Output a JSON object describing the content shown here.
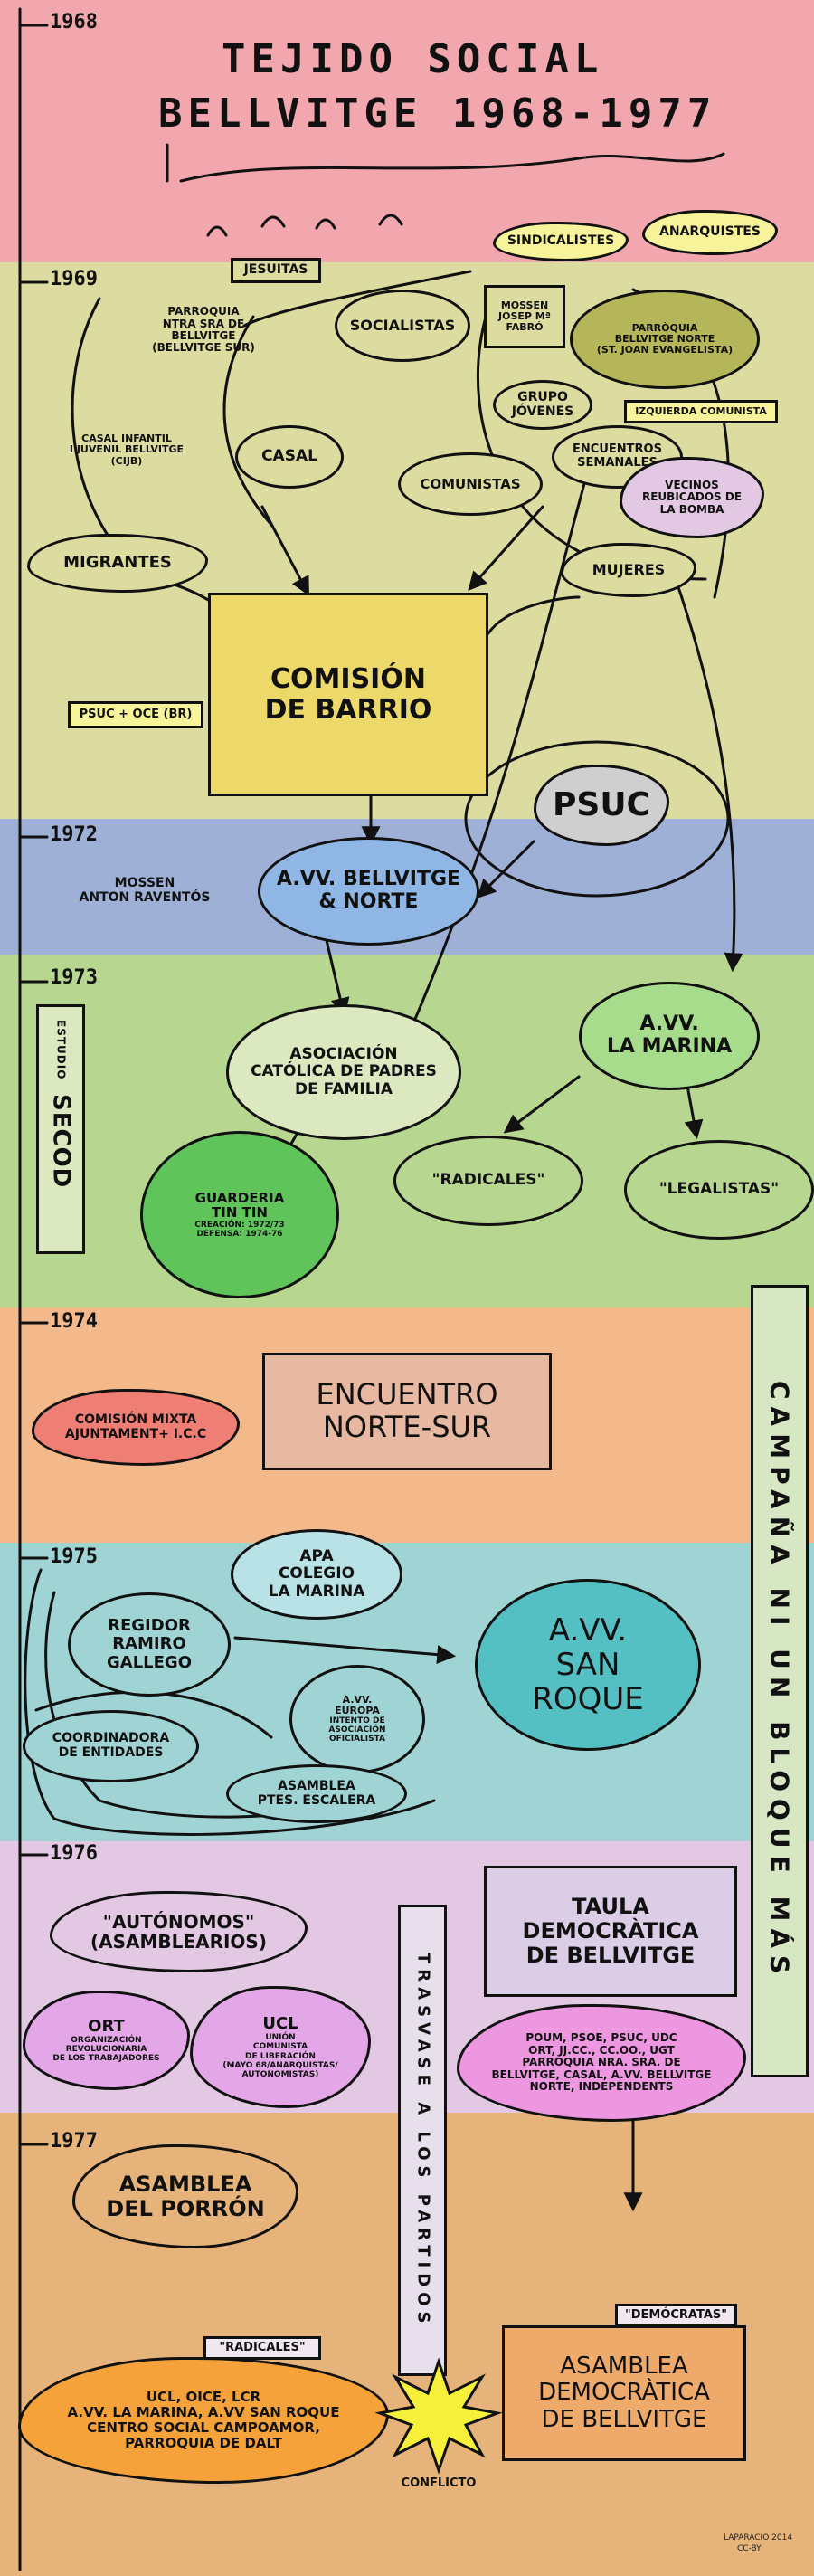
{
  "title": {
    "line1": "TEJIDO SOCIAL",
    "line2": "BELLVITGE 1968-1977"
  },
  "bands": [
    {
      "year": "1968",
      "color": "#f2a7ae"
    },
    {
      "year": "1969",
      "color": "#dcdca0"
    },
    {
      "year": "1972",
      "color": "#9fb0d6"
    },
    {
      "year": "1973",
      "color": "#b7d68f"
    },
    {
      "year": "1974",
      "color": "#f4b98a"
    },
    {
      "year": "1975",
      "color": "#9fd3d4"
    },
    {
      "year": "1976",
      "color": "#e3c8e4"
    },
    {
      "year": "1977",
      "color": "#e6b37a"
    }
  ],
  "nodes": {
    "jesuitas": {
      "label": "JESUITAS",
      "fill": "#dcdca0"
    },
    "parroquia_sur": {
      "lines": [
        "PARROQUIA",
        "NTRA SRA DE",
        "BELLVITGE",
        "(BELLVITGE SUR)"
      ],
      "fill": "#dcdca0"
    },
    "socialistas": {
      "label": "SOCIALISTAS",
      "fill": "#dcdca0"
    },
    "sindicalistes": {
      "label": "SINDICALISTES",
      "fill": "#f6f39a"
    },
    "anarquistes": {
      "label": "ANARQUISTES",
      "fill": "#f6f39a"
    },
    "mossen_fabro": {
      "lines": [
        "MOSSEN",
        "JOSEP Mª",
        "FABRÓ"
      ],
      "fill": "#dcdca0"
    },
    "parroquia_norte": {
      "lines": [
        "PARRÒQUIA",
        "BELLVITGE NORTE",
        "(ST. JOAN EVANGELISTA)"
      ],
      "fill": "#b5b55a"
    },
    "grupo_jovenes": {
      "lines": [
        "GRUPO",
        "JÓVENES"
      ],
      "fill": "#dcdca0"
    },
    "izquierda_comunista": {
      "label": "IZQUIERDA COMUNISTA",
      "fill": "#f6f39a"
    },
    "casal_infantil": {
      "lines": [
        "CASAL INFANTIL",
        "I JUVENIL BELLVITGE",
        "(CIJB)"
      ],
      "fill": "#dcdca0"
    },
    "casal": {
      "label": "CASAL",
      "fill": "#dcdca0"
    },
    "comunistas": {
      "label": "COMUNISTAS",
      "fill": "#dcdca0"
    },
    "encuentros": {
      "lines": [
        "ENCUENTROS",
        "SEMANALES"
      ],
      "fill": "#dcdca0"
    },
    "vecinos_bomba": {
      "lines": [
        "VECINOS",
        "REUBICADOS DE",
        "LA BOMBA"
      ],
      "fill": "#e3c8e4"
    },
    "migrantes": {
      "label": "MIGRANTES",
      "fill": "#dcdca0"
    },
    "mujeres": {
      "label": "MUJERES",
      "fill": "#dcdca0"
    },
    "comision_barrio": {
      "lines": [
        "COMISIÓN",
        "DE BARRIO"
      ],
      "fill": "#ecd96a"
    },
    "psuc_oce": {
      "label": "PSUC + OCE (BR)",
      "fill": "#f6f39a"
    },
    "psuc": {
      "label": "PSUC",
      "fill": "#cfcfcf"
    },
    "mossen_raventos": {
      "lines": [
        "MOSSEN",
        "ANTON RAVENTÓS"
      ],
      "fill": "#9fb0d6"
    },
    "avv_norte": {
      "lines": [
        "A.VV. BELLVITGE",
        "& NORTE"
      ],
      "fill": "#8fb6e4"
    },
    "estudio_secod": {
      "lines": [
        "ESTUDIO",
        "SECOD"
      ],
      "fill": "#dce8c0"
    },
    "catolica_padres": {
      "lines": [
        "ASOCIACIÓN",
        "CATÓLICA DE PADRES",
        "DE FAMILIA"
      ],
      "fill": "#dce8c0"
    },
    "avv_marina": {
      "lines": [
        "A.VV.",
        "LA MARINA"
      ],
      "fill": "#a7dc8c"
    },
    "guarderia": {
      "lines": [
        "GUARDERIA",
        "TIN TIN",
        "CREACIÓN: 1972/73",
        "DEFENSA: 1974-76"
      ],
      "fill": "#5fc45a"
    },
    "radicales_73": {
      "label": "\"RADICALES\"",
      "fill": "#b7d68f"
    },
    "legalistas": {
      "label": "\"LEGALISTAS\"",
      "fill": "#b7d68f"
    },
    "campana": {
      "label": "CAMPAÑA NI UN BLOQUE MÁS",
      "fill": "#d7e7c4"
    },
    "comision_mixta": {
      "lines": [
        "COMISIÓN MIXTA",
        "AJUNTAMENT+ I.C.C"
      ],
      "fill": "#ef7f74"
    },
    "encuentro_norte_sur": {
      "lines": [
        "ENCUENTRO",
        "NORTE-SUR"
      ],
      "fill": "#e8b9a2"
    },
    "apa_colegio": {
      "lines": [
        "APA",
        "COLEGIO",
        "LA MARINA"
      ],
      "fill": "#b8e2e6"
    },
    "regidor": {
      "lines": [
        "REGIDOR",
        "RAMIRO",
        "GALLEGO"
      ],
      "fill": "#9fd3d4"
    },
    "avv_san_roque": {
      "lines": [
        "A.VV.",
        "SAN",
        "ROQUE"
      ],
      "fill": "#54c0c3"
    },
    "avv_europa": {
      "lines": [
        "A.VV.",
        "EUROPA",
        "INTENTO DE",
        "ASOCIACIÓN",
        "OFICIALISTA"
      ],
      "fill": "#9fd3d4"
    },
    "coordinadora": {
      "lines": [
        "COORDINADORA",
        "DE ENTIDADES"
      ],
      "fill": "#9fd3d4"
    },
    "asamblea_escalera": {
      "lines": [
        "ASAMBLEA",
        "PTES. ESCALERA"
      ],
      "fill": "#9fd3d4"
    },
    "autonomos": {
      "lines": [
        "\"AUTÓNOMOS\"",
        "(ASAMBLEARIOS)"
      ],
      "fill": "#e3c8e4"
    },
    "ort": {
      "lines": [
        "ORT",
        "ORGANIZACIÓN",
        "REVOLUCIONARIA",
        "DE LOS TRABAJADORES"
      ],
      "fill": "#e3a6e6"
    },
    "ucl": {
      "lines": [
        "UCL",
        "UNIÓN",
        "COMUNISTA",
        "DE LIBERACIÓN",
        "(MAYO 68/anarquistas/",
        "autonomistas)"
      ],
      "fill": "#e3a6e6"
    },
    "trasvase": {
      "label": "TRASVASE A LOS PARTIDOS",
      "fill": "#e7e0ec"
    },
    "tavla": {
      "lines": [
        "TAULA",
        "DEMOCRÀTICA",
        "DE BELLVITGE"
      ],
      "fill": "#dccde6"
    },
    "tavla_members": {
      "lines": [
        "POUM, PSOE, PSUC, UDC",
        "ORT, JJ.CC., CC.OO., UGT",
        "PARRÒQUIA NRA. SRA. DE",
        "BELLVITGE, CASAL, A.VV. BELLVITGE",
        "NORTE, INDEPENDENTS"
      ],
      "fill": "#ec97e0"
    },
    "asamblea_porron": {
      "lines": [
        "ASAMBLEA",
        "DEL PORRÓN"
      ],
      "fill": "#e6b37a"
    },
    "democratas": {
      "label": "\"DEMÓCRATAS\"",
      "fill": "#f1e7f0"
    },
    "asamblea_democratica": {
      "lines": [
        "ASAMBLEA",
        "DEMOCRÀTICA",
        "DE BELLVITGE"
      ],
      "fill": "#eeaa6a"
    },
    "radicales_77_label": {
      "label": "\"RADICALES\"",
      "fill": "#f1e7f0"
    },
    "radicales_77": {
      "lines": [
        "UCL, OICE, LCR",
        "A.VV. LA MARINA, A.VV SAN ROQUE",
        "CENTRO SOCIAL CAMPOAMOR,",
        "PARROQUIA DE DALT"
      ],
      "fill": "#f5a23a"
    },
    "conflicto": {
      "label": "CONFLICTO",
      "fill": "#f7f03a"
    }
  },
  "credit": {
    "line1": "LAPARACIO 2014",
    "line2": "CC-BY"
  }
}
